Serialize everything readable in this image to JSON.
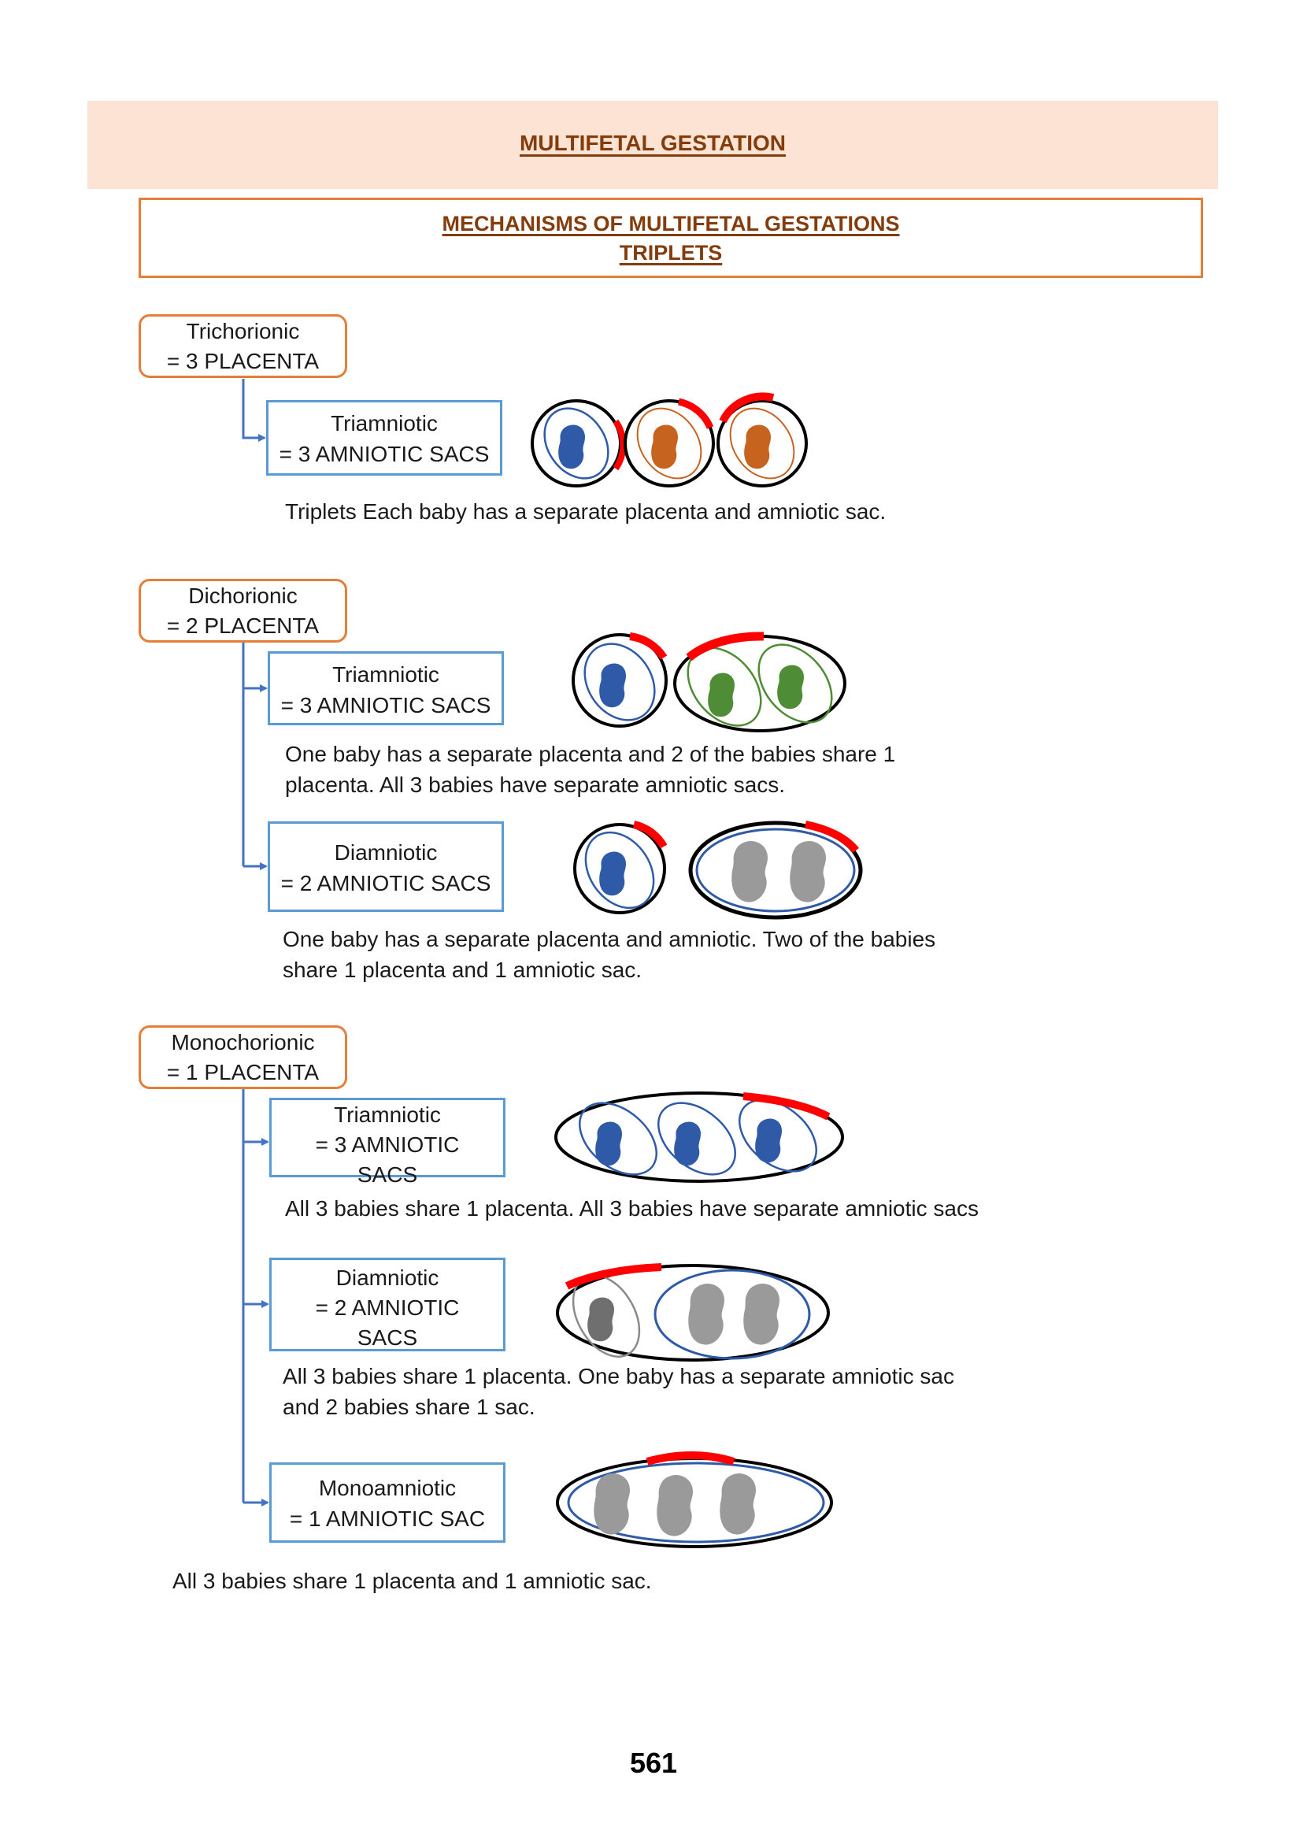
{
  "header": {
    "title": "MULTIFETAL GESTATION",
    "band_color": "#fce3d3",
    "title_color": "#843c0c"
  },
  "subtitle": {
    "line1": "MECHANISMS OF MULTIFETAL GESTATIONS",
    "line2": "TRIPLETS"
  },
  "colors": {
    "chorion_border": "#e47f3a",
    "amnion_border": "#5b9bd5",
    "connector": "#4472c4",
    "placenta": "#ff0000",
    "fetus_blue": "#2f5aa8",
    "fetus_orange": "#c5631f",
    "fetus_green": "#4e8c35",
    "fetus_gray": "#9a9a9a"
  },
  "sections": [
    {
      "chorion": {
        "line1": "Trichorionic",
        "line2": "= 3 PLACENTA"
      },
      "items": [
        {
          "amnion": {
            "lines": [
              "Triamniotic",
              "= 3 AMNIOTIC SACS"
            ]
          },
          "illustration": "trichorionic-triamniotic",
          "caption": [
            "Triplets Each baby has a separate placenta and amniotic sac."
          ]
        }
      ]
    },
    {
      "chorion": {
        "line1": "Dichorionic",
        "line2": "= 2 PLACENTA"
      },
      "items": [
        {
          "amnion": {
            "lines": [
              "Triamniotic",
              "= 3 AMNIOTIC SACS"
            ]
          },
          "illustration": "dichorionic-triamniotic",
          "caption": [
            "One baby has a separate placenta and 2 of the babies share 1",
            "placenta. All 3 babies have separate amniotic sacs."
          ]
        },
        {
          "amnion": {
            "lines": [
              "Diamniotic",
              "= 2 AMNIOTIC SACS"
            ]
          },
          "illustration": "dichorionic-diamniotic",
          "caption": [
            "One baby has a separate placenta and amniotic. Two of the babies",
            "share 1 placenta and 1 amniotic sac."
          ]
        }
      ]
    },
    {
      "chorion": {
        "line1": "Monochorionic",
        "line2": "= 1 PLACENTA"
      },
      "items": [
        {
          "amnion": {
            "lines": [
              "Triamniotic",
              "= 3 AMNIOTIC",
              "SACS"
            ]
          },
          "illustration": "monochorionic-triamniotic",
          "caption": [
            "All 3 babies share 1 placenta. All 3 babies have separate amniotic sacs"
          ]
        },
        {
          "amnion": {
            "lines": [
              "Diamniotic",
              "= 2 AMNIOTIC",
              "SACS"
            ]
          },
          "illustration": "monochorionic-diamniotic",
          "caption": [
            "All 3 babies share 1 placenta. One baby has a separate amniotic sac",
            "and 2 babies share 1 sac."
          ]
        },
        {
          "amnion": {
            "lines": [
              "Monoamniotic",
              "= 1 AMNIOTIC SAC"
            ]
          },
          "illustration": "monochorionic-monoamniotic",
          "caption": [
            "All 3 babies share 1 placenta and 1 amniotic sac."
          ]
        }
      ]
    }
  ],
  "page_number": "561"
}
